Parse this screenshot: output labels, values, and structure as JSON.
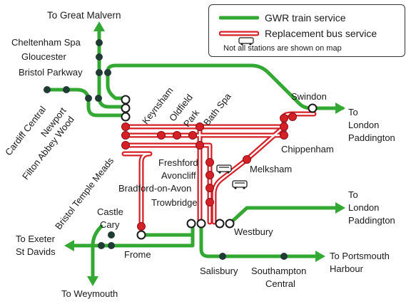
{
  "legend": {
    "train_label": "GWR train service",
    "bus_label": "Replacement bus service",
    "note": "Not all stations are shown on map",
    "train_color": "#33a833",
    "bus_color": "#d62027"
  },
  "destinations": {
    "great_malvern": "To Great Malvern",
    "london_paddington_1a": "To",
    "london_paddington_1b": "London",
    "london_paddington_1c": "Paddington",
    "london_paddington_2a": "To",
    "london_paddington_2b": "London",
    "london_paddington_2c": "Paddington",
    "exeter_a": "To Exeter",
    "exeter_b": "St Davids",
    "weymouth": "To Weymouth",
    "portsmouth_a": "To Portsmouth",
    "portsmouth_b": "Harbour"
  },
  "stations": {
    "cheltenham_spa": "Cheltenham Spa",
    "gloucester": "Gloucester",
    "bristol_parkway": "Bristol Parkway",
    "cardiff_central": "Cardiff Central",
    "newport": "Newport",
    "filton_abbey_wood": "Filton Abbey Wood",
    "keynsham": "Keynsham",
    "oldfield_park_a": "Oldfield",
    "oldfield_park_b": "Park",
    "bath_spa": "Bath Spa",
    "swindon": "Swindon",
    "chippenham": "Chippenham",
    "bristol_temple_meads": "Bristol Temple Meads",
    "freshford": "Freshford",
    "avoncliff": "Avoncliff",
    "bradford_on_avon": "Bradford-on-Avon",
    "trowbridge": "Trowbridge",
    "melksham": "Melksham",
    "castle_cary_a": "Castle",
    "castle_cary_b": "Cary",
    "frome": "Frome",
    "westbury": "Westbury",
    "salisbury": "Salisbury",
    "southampton_a": "Southampton",
    "southampton_b": "Central"
  },
  "icons": {
    "bus": "bus-icon",
    "arrow": "arrow-icon",
    "station_open": "open-station-icon",
    "station_dark": "dark-station-icon",
    "station_bus": "bus-stop-icon"
  }
}
